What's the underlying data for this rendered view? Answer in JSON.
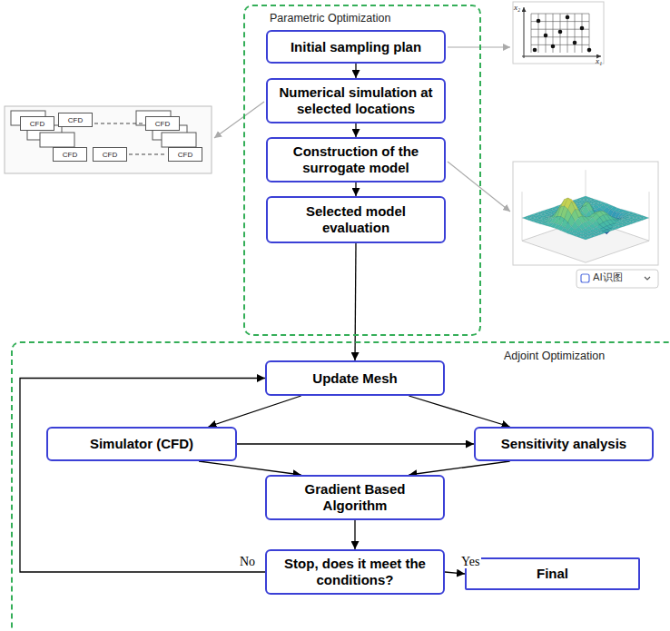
{
  "diagram": {
    "nodes": [
      {
        "text": [
          "Parametric Optimization"
        ]
      },
      {
        "text": [
          "Initial sampling plan"
        ],
        "in": 0
      },
      {
        "text": [
          "Numerical simulation at selected locations"
        ],
        "in": 0
      },
      {
        "text": [
          "Construction of the surrogate model"
        ],
        "in": 0
      },
      {
        "text": [
          "Selected model evaluation"
        ],
        "in": 0
      },
      {
        "text": [
          "Adjoint Optimization"
        ]
      },
      {
        "text": [
          "Update Mesh"
        ],
        "in": 5
      },
      {
        "text": [
          "Simulator (CFD)"
        ],
        "in": 5
      },
      {
        "text": [
          "Sensitivity analysis"
        ],
        "in": 5
      },
      {
        "text": [
          "Gradient Based Algorithm"
        ],
        "in": 5
      },
      {
        "text": [
          "Stop, does it meet the conditions?"
        ],
        "in": 5
      },
      {
        "text": [
          "Final"
        ],
        "in": 5
      },
      {
        "text": [
          "CFD"
        ]
      },
      {
        "text": [
          "CFD"
        ]
      },
      {
        "text": [
          "CFD"
        ]
      },
      {
        "text": [
          "CFD"
        ]
      },
      {
        "text": [
          "CFD"
        ]
      },
      {
        "text": [
          "CFD"
        ]
      }
    ],
    "edges": [
      {
        "from": 1,
        "to": 2,
        "arrow": "to"
      },
      {
        "from": 2,
        "to": 3,
        "arrow": "to"
      },
      {
        "from": 3,
        "to": 4,
        "arrow": "to"
      },
      {
        "from": 4,
        "to": 6,
        "arrow": "to"
      },
      {
        "from": 6,
        "to": 7,
        "arrow": "to"
      },
      {
        "from": 6,
        "to": 8,
        "arrow": "to"
      },
      {
        "from": 7,
        "to": 8,
        "arrow": "to"
      },
      {
        "from": 7,
        "to": 9,
        "arrow": "to"
      },
      {
        "from": 8,
        "to": 9,
        "arrow": "to"
      },
      {
        "from": 9,
        "to": 10,
        "arrow": "to"
      },
      {
        "from": 10,
        "to": 6,
        "label": "No",
        "arrow": "to"
      },
      {
        "from": 10,
        "to": 11,
        "label": "Yes",
        "arrow": "to"
      }
    ],
    "labels": [
      "x₂",
      "x₁",
      "AI识图"
    ]
  }
}
